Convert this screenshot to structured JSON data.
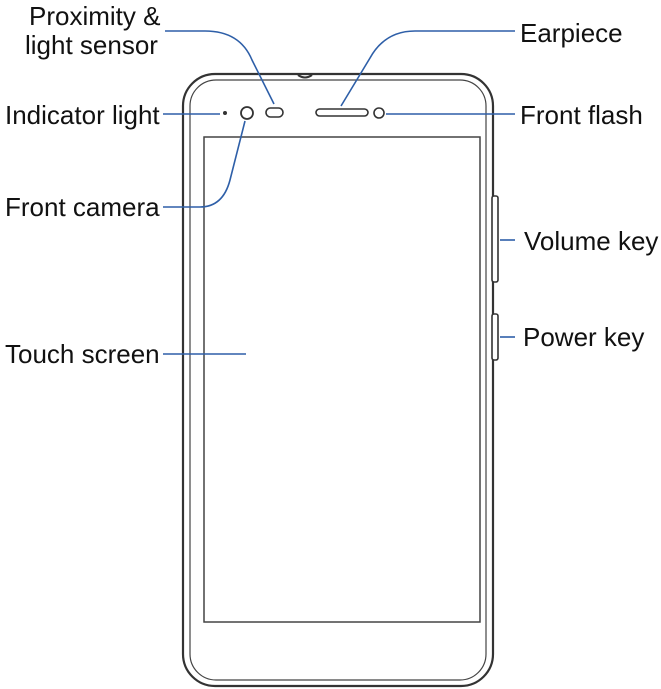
{
  "labels": {
    "proximity_line1": "Proximity &",
    "proximity_line2": "light sensor",
    "earpiece": "Earpiece",
    "indicator_light": "Indicator light",
    "front_flash": "Front flash",
    "front_camera": "Front camera",
    "volume_key": "Volume key",
    "power_key": "Power key",
    "touch_screen": "Touch screen"
  },
  "colors": {
    "leader": "#2e5fa8",
    "outline": "#333333",
    "text": "#111111"
  }
}
